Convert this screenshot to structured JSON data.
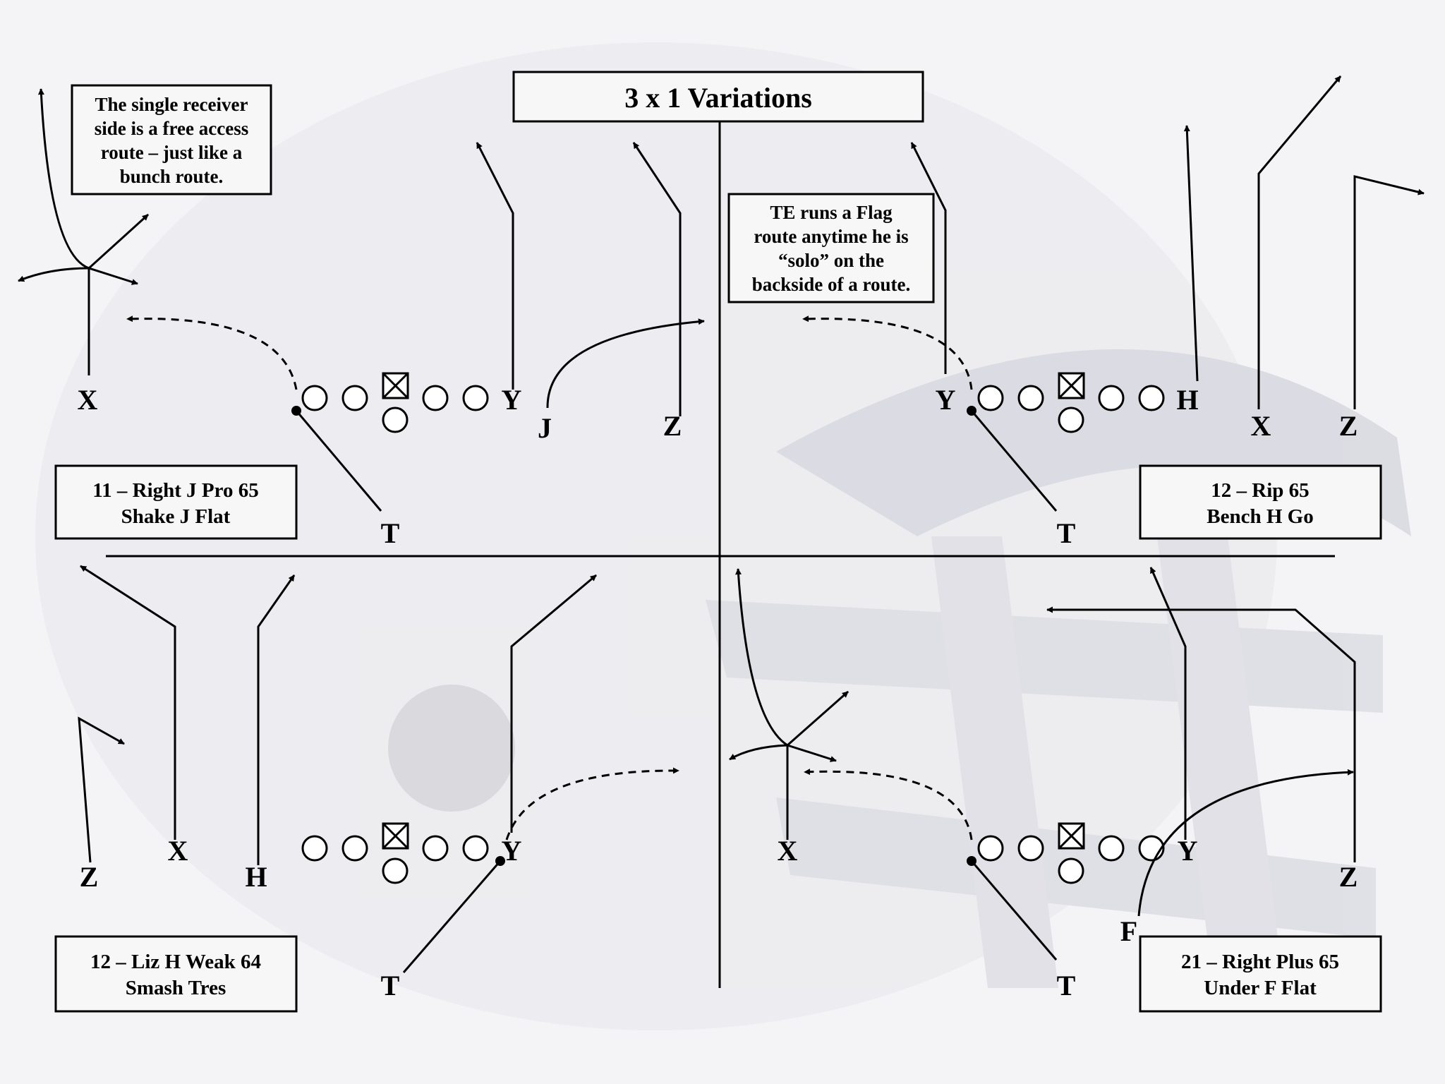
{
  "title": "3 x 1 Variations",
  "quadrants": [
    {
      "id": "top-left",
      "play_lines": [
        "11 – Right J Pro 65",
        "Shake J Flat"
      ],
      "note_lines": [
        "The single receiver",
        "side is a free access",
        "route – just like a",
        "bunch route."
      ],
      "players": [
        "X",
        "Y",
        "J",
        "Z",
        "T"
      ]
    },
    {
      "id": "top-right",
      "play_lines": [
        "12 – Rip 65",
        "Bench H Go"
      ],
      "note_lines": [
        "TE runs a Flag",
        "route anytime he is",
        "“solo” on the",
        "backside of a route."
      ],
      "players": [
        "Y",
        "H",
        "X",
        "Z",
        "T"
      ]
    },
    {
      "id": "bottom-left",
      "play_lines": [
        "12 – Liz H Weak 64",
        "Smash Tres"
      ],
      "players": [
        "Z",
        "X",
        "H",
        "Y",
        "T"
      ]
    },
    {
      "id": "bottom-right",
      "play_lines": [
        "21 – Right Plus 65",
        "Under F Flat"
      ],
      "players": [
        "X",
        "Y",
        "Z",
        "F",
        "T"
      ]
    }
  ]
}
